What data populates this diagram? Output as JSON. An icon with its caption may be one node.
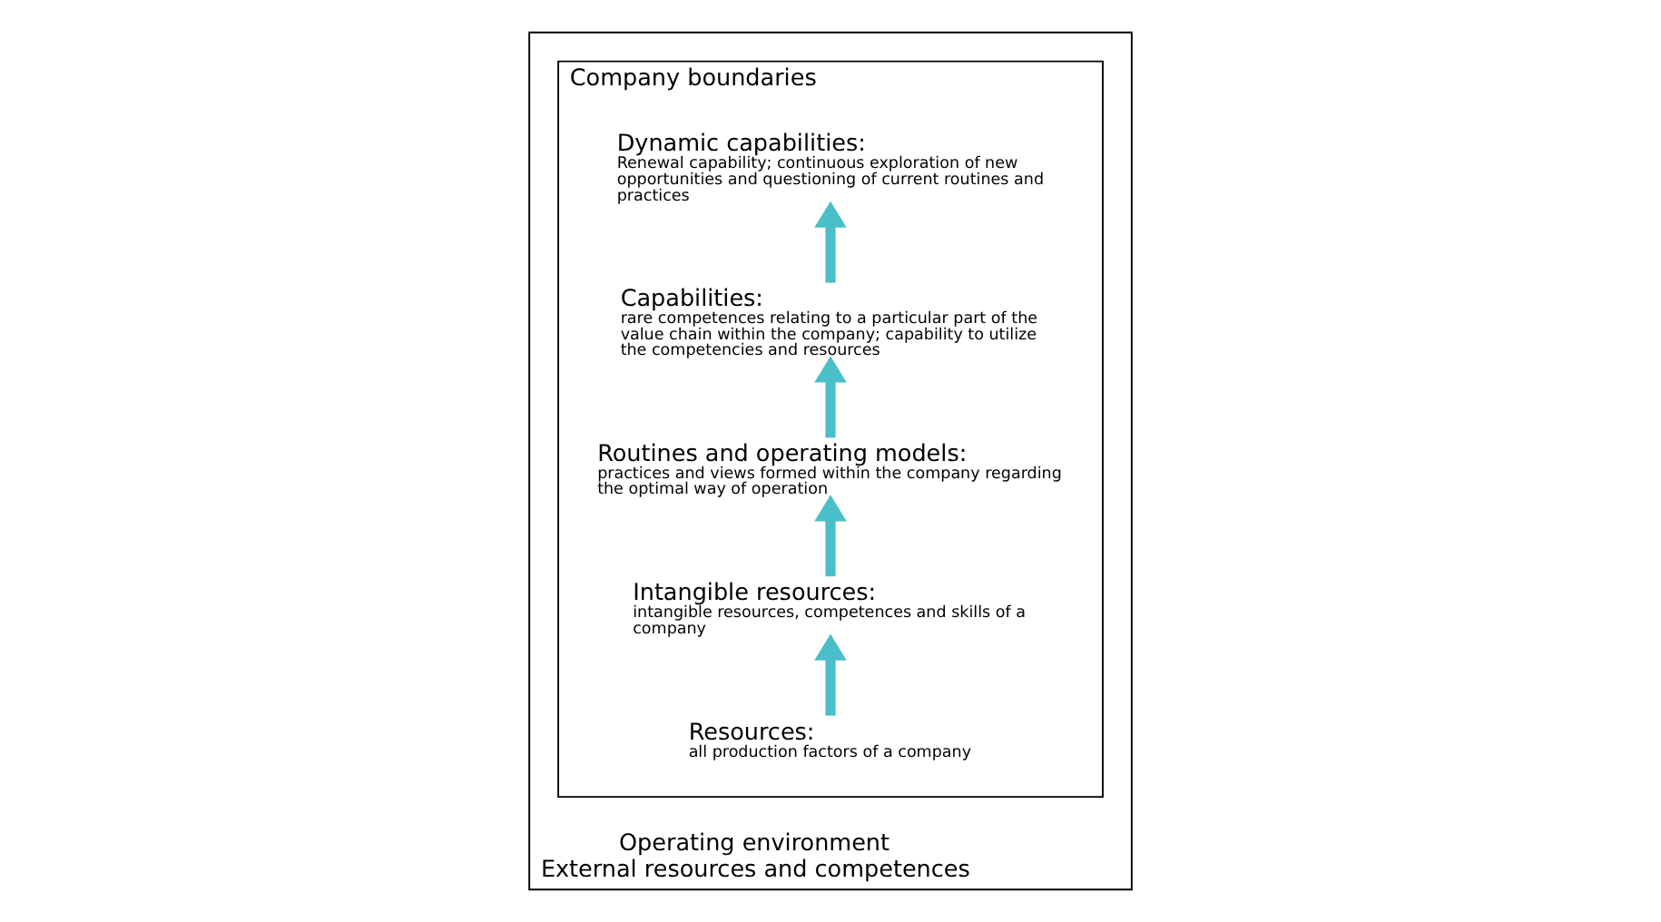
{
  "diagram": {
    "nodes": [
      {
        "text": [
          "Operating environment",
          "External resources and competences"
        ]
      },
      {
        "text": [
          "Company boundaries"
        ],
        "in": 0
      },
      {
        "text": [
          "Dynamic capabilities:",
          "Renewal capability; continuous exploration of new opportunities and questioning of current routines and practices"
        ],
        "in": 1
      },
      {
        "text": [
          "Capabilities:",
          "rare competences relating to a particular part of the value chain within the company; capability to utilize the competencies and resources"
        ],
        "in": 1
      },
      {
        "text": [
          "Routines and operating models:",
          "practices and views formed within the company regarding the optimal way of operation"
        ],
        "in": 1
      },
      {
        "text": [
          "Intangible resources:",
          "intangible resources, competences and skills of a company"
        ],
        "in": 1
      },
      {
        "text": [
          "Resources:",
          "all production factors of a company"
        ],
        "in": 1
      }
    ],
    "edges": [
      {
        "from": 6,
        "to": 5,
        "arrow": "to"
      },
      {
        "from": 5,
        "to": 4,
        "arrow": "to"
      },
      {
        "from": 4,
        "to": 3,
        "arrow": "to"
      },
      {
        "from": 3,
        "to": 2,
        "arrow": "to"
      }
    ]
  }
}
